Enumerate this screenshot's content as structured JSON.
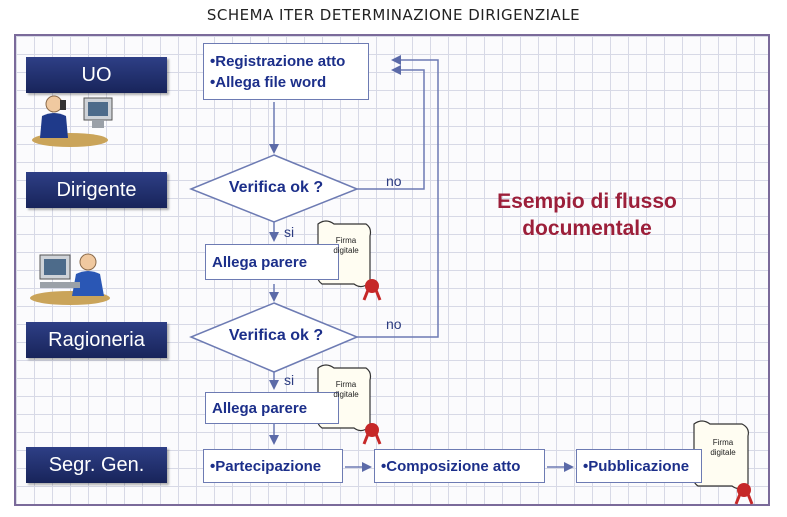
{
  "title": "SCHEMA ITER DETERMINAZIONE DIRIGENZIALE",
  "roles": {
    "uo": "UO",
    "dirigente": "Dirigente",
    "ragioneria": "Ragioneria",
    "segreteria": "Segr. Gen."
  },
  "steps": {
    "registrazione": "•Registrazione atto",
    "allega_file": "•Allega file word",
    "verifica_1": "Verifica ok ?",
    "allega_parere_1": "Allega parere",
    "verifica_2": "Verifica ok ?",
    "allega_parere_2": "Allega parere",
    "partecipazione": "•Partecipazione",
    "composizione": "•Composizione atto",
    "pubblicazione": "•Pubblicazione"
  },
  "labels": {
    "no_1": "no",
    "si_1": "si",
    "no_2": "no",
    "si_2": "si",
    "firma_line1": "Firma",
    "firma_line2": "digitale"
  },
  "headline": {
    "line1": "Esempio di flusso",
    "line2": "documentale"
  },
  "colors": {
    "role_fill": "#1f2d6b",
    "box_text": "#1c2f8a",
    "arrow": "#6d7bb3",
    "headline": "#9c1f3a",
    "seal": "#c62828"
  },
  "icons": [
    "person-phone-computer-icon",
    "person-computer-icon",
    "signature-scroll-icon"
  ]
}
